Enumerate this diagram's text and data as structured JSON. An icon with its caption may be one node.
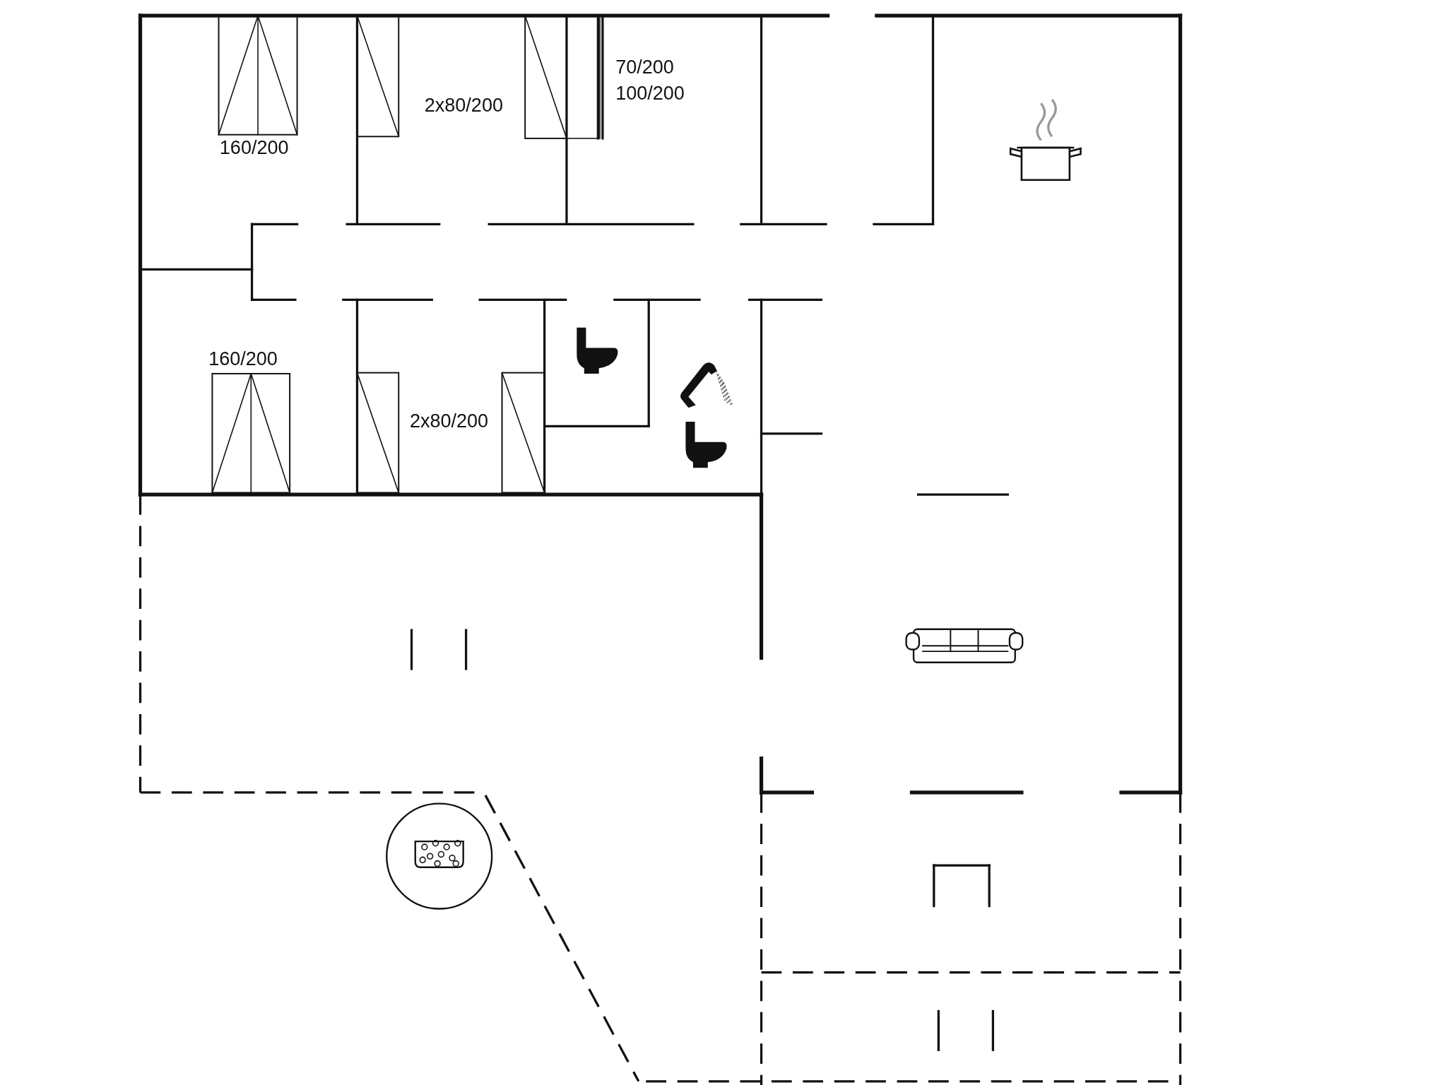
{
  "diagram": {
    "labels": [
      "160/200",
      "2x80/200",
      "70/200",
      "100/200",
      "160/200",
      "2x80/200"
    ]
  }
}
